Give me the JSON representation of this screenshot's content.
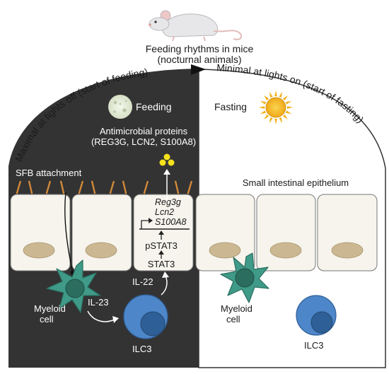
{
  "title": {
    "line1": "Feeding rhythms in mice",
    "line2": "(nocturnal animals)"
  },
  "left_panel": {
    "arc_label": "Maximal at lights off (start of feeding)",
    "state_label": "Feeding",
    "amp_title": "Antimicrobial proteins",
    "amp_list": "(REG3G, LCN2, S100A8)",
    "sfb_label": "SFB attachment",
    "genes": [
      "Reg3g",
      "Lcn2",
      "S100A8"
    ],
    "pstat3": "pSTAT3",
    "stat3": "STAT3",
    "il22": "IL-22",
    "il23": "IL-23",
    "myeloid_line1": "Myeloid",
    "myeloid_line2": "cell",
    "ilc3": "ILC3"
  },
  "right_panel": {
    "arc_label": "Minimal at lights on (start of fasting)",
    "state_label": "Fasting",
    "epithelium_label": "Small intestinal epithelium",
    "myeloid_line1": "Myeloid",
    "myeloid_line2": "cell",
    "ilc3": "ILC3"
  },
  "colors": {
    "dark_panel": "#333333",
    "cell_fill": "#f6f4ec",
    "nucleus": "#cbb893",
    "myeloid": "#3f9a87",
    "ilc3": "#4d86c9",
    "amp": "#f4e21a",
    "sfb": "#d58a3a",
    "sun": "#f3b21b",
    "moon": "#dfe6d2"
  },
  "icons": [
    "mouse-icon",
    "moon-icon",
    "sun-icon"
  ]
}
